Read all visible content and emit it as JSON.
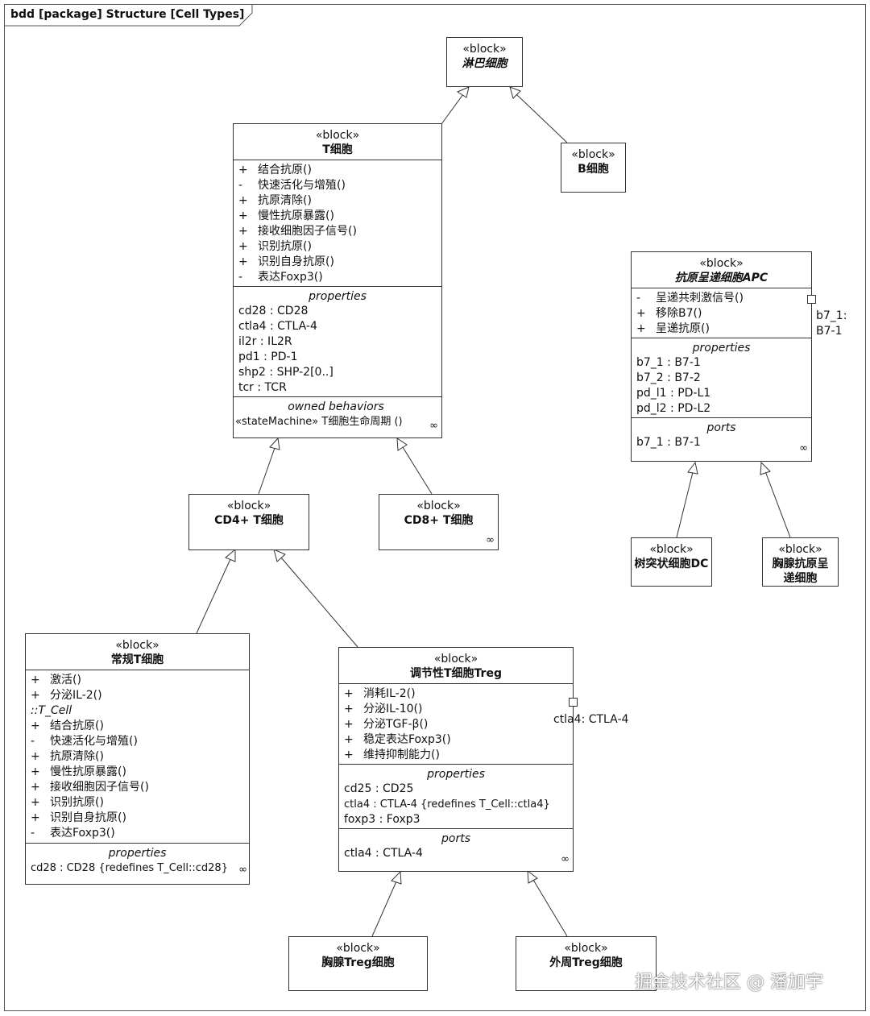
{
  "frame_title": "bdd [package] Structure [Cell Types]",
  "stereotype": "«block»",
  "blocks": {
    "lymph": {
      "name": "淋巴细胞"
    },
    "tcell": {
      "name": "T细胞",
      "operations": [
        {
          "vis": "+",
          "text": "结合抗原()"
        },
        {
          "vis": "-",
          "text": "快速活化与增殖()"
        },
        {
          "vis": "+",
          "text": "抗原清除()"
        },
        {
          "vis": "+",
          "text": "慢性抗原暴露()"
        },
        {
          "vis": "+",
          "text": "接收细胞因子信号()"
        },
        {
          "vis": "+",
          "text": "识别抗原()"
        },
        {
          "vis": "+",
          "text": "识别自身抗原()"
        },
        {
          "vis": "-",
          "text": "表达Foxp3()"
        }
      ],
      "properties_title": "properties",
      "properties": [
        "cd28 : CD28",
        "ctla4 : CTLA-4",
        "il2r : IL2R",
        "pd1 : PD-1",
        "shp2 : SHP-2[0..]",
        "tcr : TCR"
      ],
      "behaviors_title": "owned behaviors",
      "behaviors": [
        "«stateMachine» T细胞生命周期 ()"
      ]
    },
    "bcell": {
      "name": "B细胞"
    },
    "apc": {
      "name": "抗原呈递细胞APC",
      "operations": [
        {
          "vis": "-",
          "text": "呈递共刺激信号()"
        },
        {
          "vis": "+",
          "text": "移除B7()"
        },
        {
          "vis": "+",
          "text": "呈递抗原()"
        }
      ],
      "properties_title": "properties",
      "properties": [
        "b7_1 : B7-1",
        "b7_2 : B7-2",
        "pd_l1 : PD-L1",
        "pd_l2 : PD-L2"
      ],
      "ports_title": "ports",
      "ports": [
        "b7_1 : B7-1"
      ],
      "port_label_line1": "b7_1:",
      "port_label_line2": "B7-1"
    },
    "cd4": {
      "name": "CD4+ T细胞"
    },
    "cd8": {
      "name": "CD8+ T细胞"
    },
    "dc": {
      "name": "树突状细胞DC"
    },
    "thymic_apc": {
      "name_line1": "胸腺抗原呈",
      "name_line2": "递细胞"
    },
    "conv": {
      "name": "常规T细胞",
      "operations_a": [
        {
          "vis": "+",
          "text": "激活()"
        },
        {
          "vis": "+",
          "text": "分泌IL-2()"
        }
      ],
      "inherited_label": "::T_Cell",
      "operations_b": [
        {
          "vis": "+",
          "text": "结合抗原()"
        },
        {
          "vis": "-",
          "text": "快速活化与增殖()"
        },
        {
          "vis": "+",
          "text": "抗原清除()"
        },
        {
          "vis": "+",
          "text": "慢性抗原暴露()"
        },
        {
          "vis": "+",
          "text": "接收细胞因子信号()"
        },
        {
          "vis": "+",
          "text": "识别抗原()"
        },
        {
          "vis": "+",
          "text": "识别自身抗原()"
        },
        {
          "vis": "-",
          "text": "表达Foxp3()"
        }
      ],
      "properties_title": "properties",
      "properties": [
        "cd28 : CD28 {redefines T_Cell::cd28}"
      ]
    },
    "treg": {
      "name": "调节性T细胞Treg",
      "operations": [
        {
          "vis": "+",
          "text": "消耗IL-2()"
        },
        {
          "vis": "+",
          "text": "分泌IL-10()"
        },
        {
          "vis": "+",
          "text": "分泌TGF-β()"
        },
        {
          "vis": "+",
          "text": "稳定表达Foxp3()"
        },
        {
          "vis": "+",
          "text": "维持抑制能力()"
        }
      ],
      "properties_title": "properties",
      "properties": [
        "cd25 : CD25",
        "ctla4 : CTLA-4 {redefines T_Cell::ctla4}",
        "foxp3 : Foxp3"
      ],
      "ports_title": "ports",
      "ports": [
        "ctla4 : CTLA-4"
      ],
      "port_label": "ctla4: CTLA-4"
    },
    "thymic_treg": {
      "name": "胸腺Treg细胞"
    },
    "periph_treg": {
      "name": "外周Treg细胞"
    }
  },
  "watermark": "掘金技术社区 @ 潘加宇",
  "icons": {
    "infinity": "∞"
  }
}
